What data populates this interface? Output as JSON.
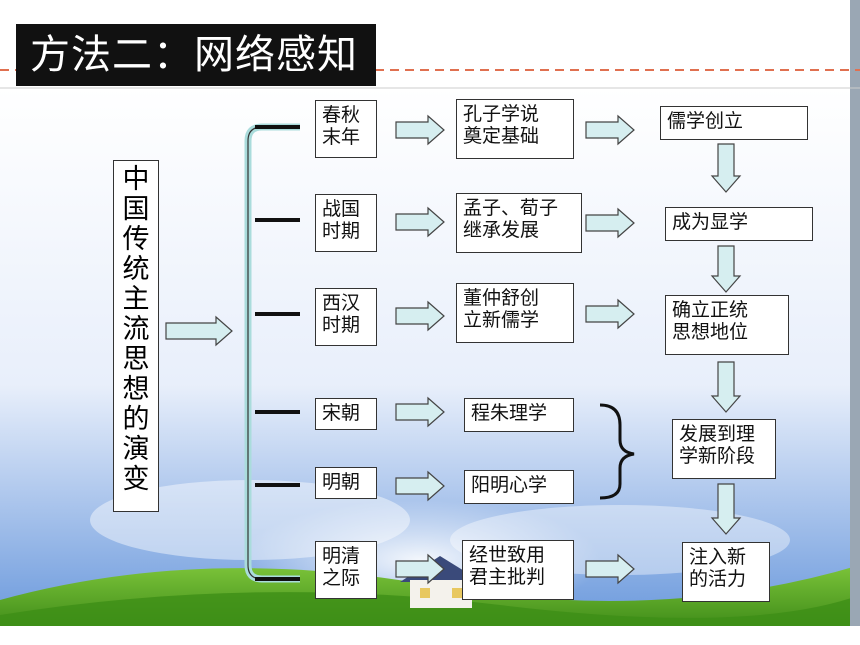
{
  "title": "方法二：网络感知",
  "main_label": [
    "中",
    "国",
    "传",
    "统",
    "主",
    "流",
    "思",
    "想",
    "的",
    "演",
    "变"
  ],
  "periods": [
    "春秋\n末年",
    "战国\n时期",
    "西汉\n时期",
    "宋朝",
    "明朝",
    "明清\n之际"
  ],
  "events": [
    "孔子学说\n奠定基础",
    "孟子、荀子\n继承发展",
    "董仲舒创\n立新儒学",
    "程朱理学",
    "阳明心学",
    "经世致用\n君主批判"
  ],
  "stages": [
    "儒学创立",
    "成为显学",
    "确立正统\n思想地位",
    "发展到理\n学新阶段",
    "注入新\n的活力"
  ],
  "colors": {
    "arrow_fill": "#d6eef0",
    "arrow_stroke": "#444",
    "grass": "#4da21e",
    "sky": "#5a8fd8",
    "dash": "#e07050"
  }
}
